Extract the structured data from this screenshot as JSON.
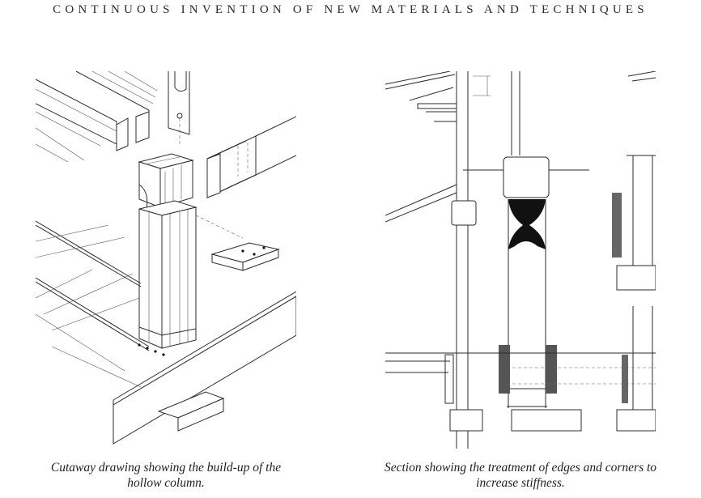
{
  "page": {
    "running_head": "Continuous invention of new materials and techniques"
  },
  "figures": [
    {
      "id": "cutaway",
      "caption": "Cutaway drawing showing the build-up of the hollow column.",
      "caption_lines": [
        "Cutaway drawing showing the build-up of the",
        "hollow column."
      ]
    },
    {
      "id": "section",
      "caption": "Section showing the treatment of edges and corners to increase stiffness.",
      "caption_lines": [
        "Section showing the treatment of edges and corners to",
        "increase stiffness."
      ]
    }
  ]
}
